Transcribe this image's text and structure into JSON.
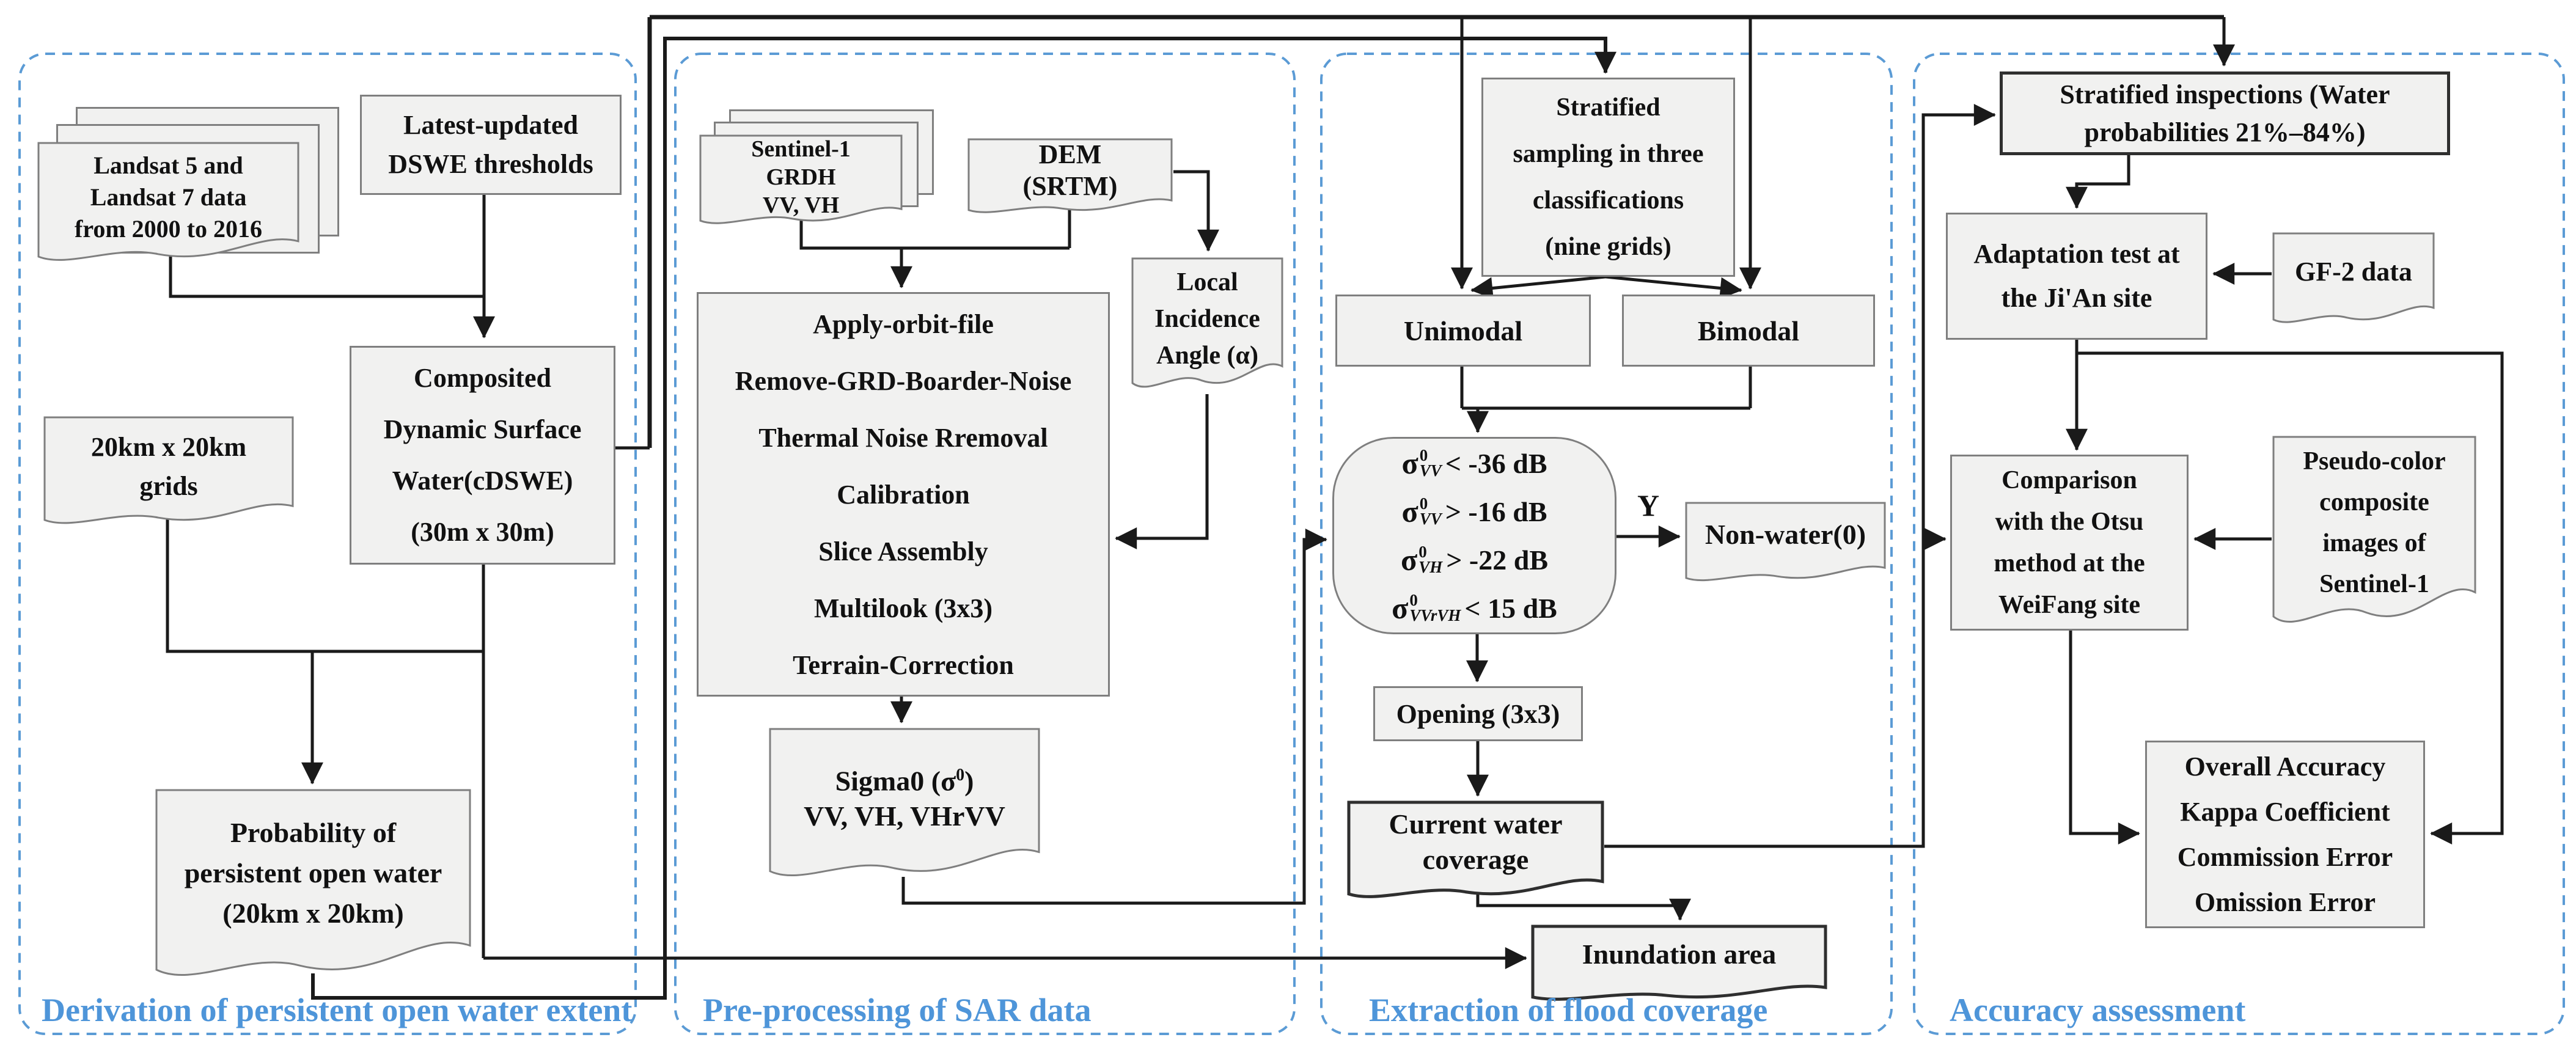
{
  "sections": {
    "s1": {
      "label": "Derivation of persistent open water extent"
    },
    "s2": {
      "label": "Pre-processing of SAR data"
    },
    "s3": {
      "label": "Extraction of flood coverage"
    },
    "s4": {
      "label": "Accuracy assessment"
    }
  },
  "nodes": {
    "landsat": {
      "lines": [
        "Landsat 5 and",
        "Landsat 7 data",
        "from 2000 to 2016"
      ]
    },
    "dswe": {
      "lines": [
        "Latest-updated",
        "DSWE thresholds"
      ]
    },
    "grids": {
      "lines": [
        "20km x 20km",
        "grids"
      ]
    },
    "cdswe": {
      "lines": [
        "Composited",
        "Dynamic Surface",
        "Water(cDSWE)",
        "(30m x 30m)"
      ]
    },
    "prob": {
      "lines": [
        "Probability of",
        "persistent open water",
        "(20km x 20km)"
      ]
    },
    "sentinel": {
      "lines": [
        "Sentinel-1",
        "GRDH",
        "VV, VH"
      ]
    },
    "dem": {
      "lines": [
        "DEM",
        "(SRTM)"
      ]
    },
    "apply": {
      "lines": [
        "Apply-orbit-file",
        "Remove-GRD-Boarder-Noise",
        "Thermal Noise Rremoval",
        "Calibration",
        "Slice Assembly",
        "Multilook (3x3)",
        "Terrain-Correction"
      ]
    },
    "lia": {
      "lines": [
        "Local",
        "Incidence",
        "Angle (α)"
      ]
    },
    "sigma0": {
      "pre": "Sigma0 (σ",
      "sup": "0",
      "post": ")",
      "line2": "VV, VH, VHrVV"
    },
    "sampling": {
      "lines": [
        "Stratified",
        "sampling in three",
        "classifications",
        "(nine grids)"
      ]
    },
    "unimodal": {
      "lines": [
        "Unimodal"
      ]
    },
    "bimodal": {
      "lines": [
        "Bimodal"
      ]
    },
    "decision": {
      "sigma": "σ",
      "sup": "0",
      "rows": [
        {
          "sub": "VV",
          "cond": "< -36 dB"
        },
        {
          "sub": "VV",
          "cond": "> -16 dB"
        },
        {
          "sub": "VH",
          "cond": "> -22 dB"
        },
        {
          "sub": "VVrVH",
          "cond": "< 15 dB"
        }
      ],
      "branch_label": "Y"
    },
    "nonwater": {
      "lines": [
        "Non-water(0)"
      ]
    },
    "opening": {
      "lines": [
        "Opening (3x3)"
      ]
    },
    "water": {
      "lines": [
        "Current water",
        "coverage"
      ]
    },
    "inundation": {
      "lines": [
        "Inundation area"
      ]
    },
    "inspections": {
      "lines": [
        "Stratified inspections (Water",
        "probabilities 21%–84%)"
      ]
    },
    "adaptation": {
      "lines": [
        "Adaptation test at",
        "the Ji'An site"
      ]
    },
    "gf2": {
      "lines": [
        "GF-2 data"
      ]
    },
    "comparison": {
      "lines": [
        "Comparison",
        "with the Otsu",
        "method at the",
        "WeiFang site"
      ]
    },
    "pseudo": {
      "lines": [
        "Pseudo-color",
        "composite",
        "images of",
        "Sentinel-1"
      ]
    },
    "overall": {
      "lines": [
        "Overall Accuracy",
        "Kappa Coefficient",
        "Commission Error",
        "Omission Error"
      ]
    }
  },
  "colors": {
    "section_label": "#4e95d9",
    "dashed_border": "#5b9bd5",
    "box_fill": "#f1f1f0",
    "box_border": "#7f7f7f",
    "dark_border": "#2f2f2f",
    "line": "#1a1a1a"
  }
}
